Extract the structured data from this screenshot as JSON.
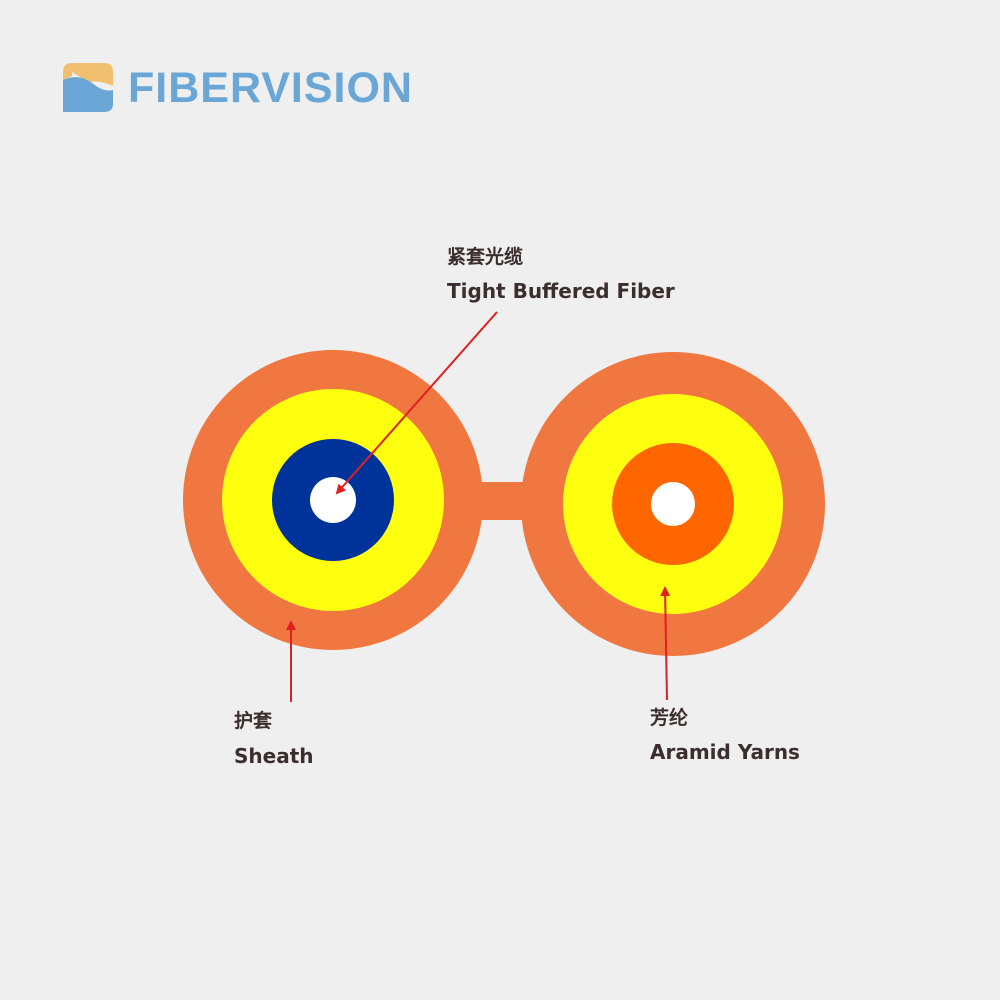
{
  "logo": {
    "text": "FIBERVISION"
  },
  "labels": {
    "tight_buffered_cn": "紧套光缆",
    "tight_buffered_en": "Tight Buffered Fiber",
    "sheath_cn": "护套",
    "sheath_en": "Sheath",
    "aramid_cn": "芳纶",
    "aramid_en": "Aramid Yarns"
  },
  "colors": {
    "sheath": "#f07840",
    "aramid": "#ffff10",
    "buffer_left": "#003399",
    "buffer_right": "#ff6600",
    "fiber": "#ffffff",
    "arrow": "#e02020",
    "logo_blue": "#6aa6d6",
    "logo_gold": "#f0c070"
  }
}
